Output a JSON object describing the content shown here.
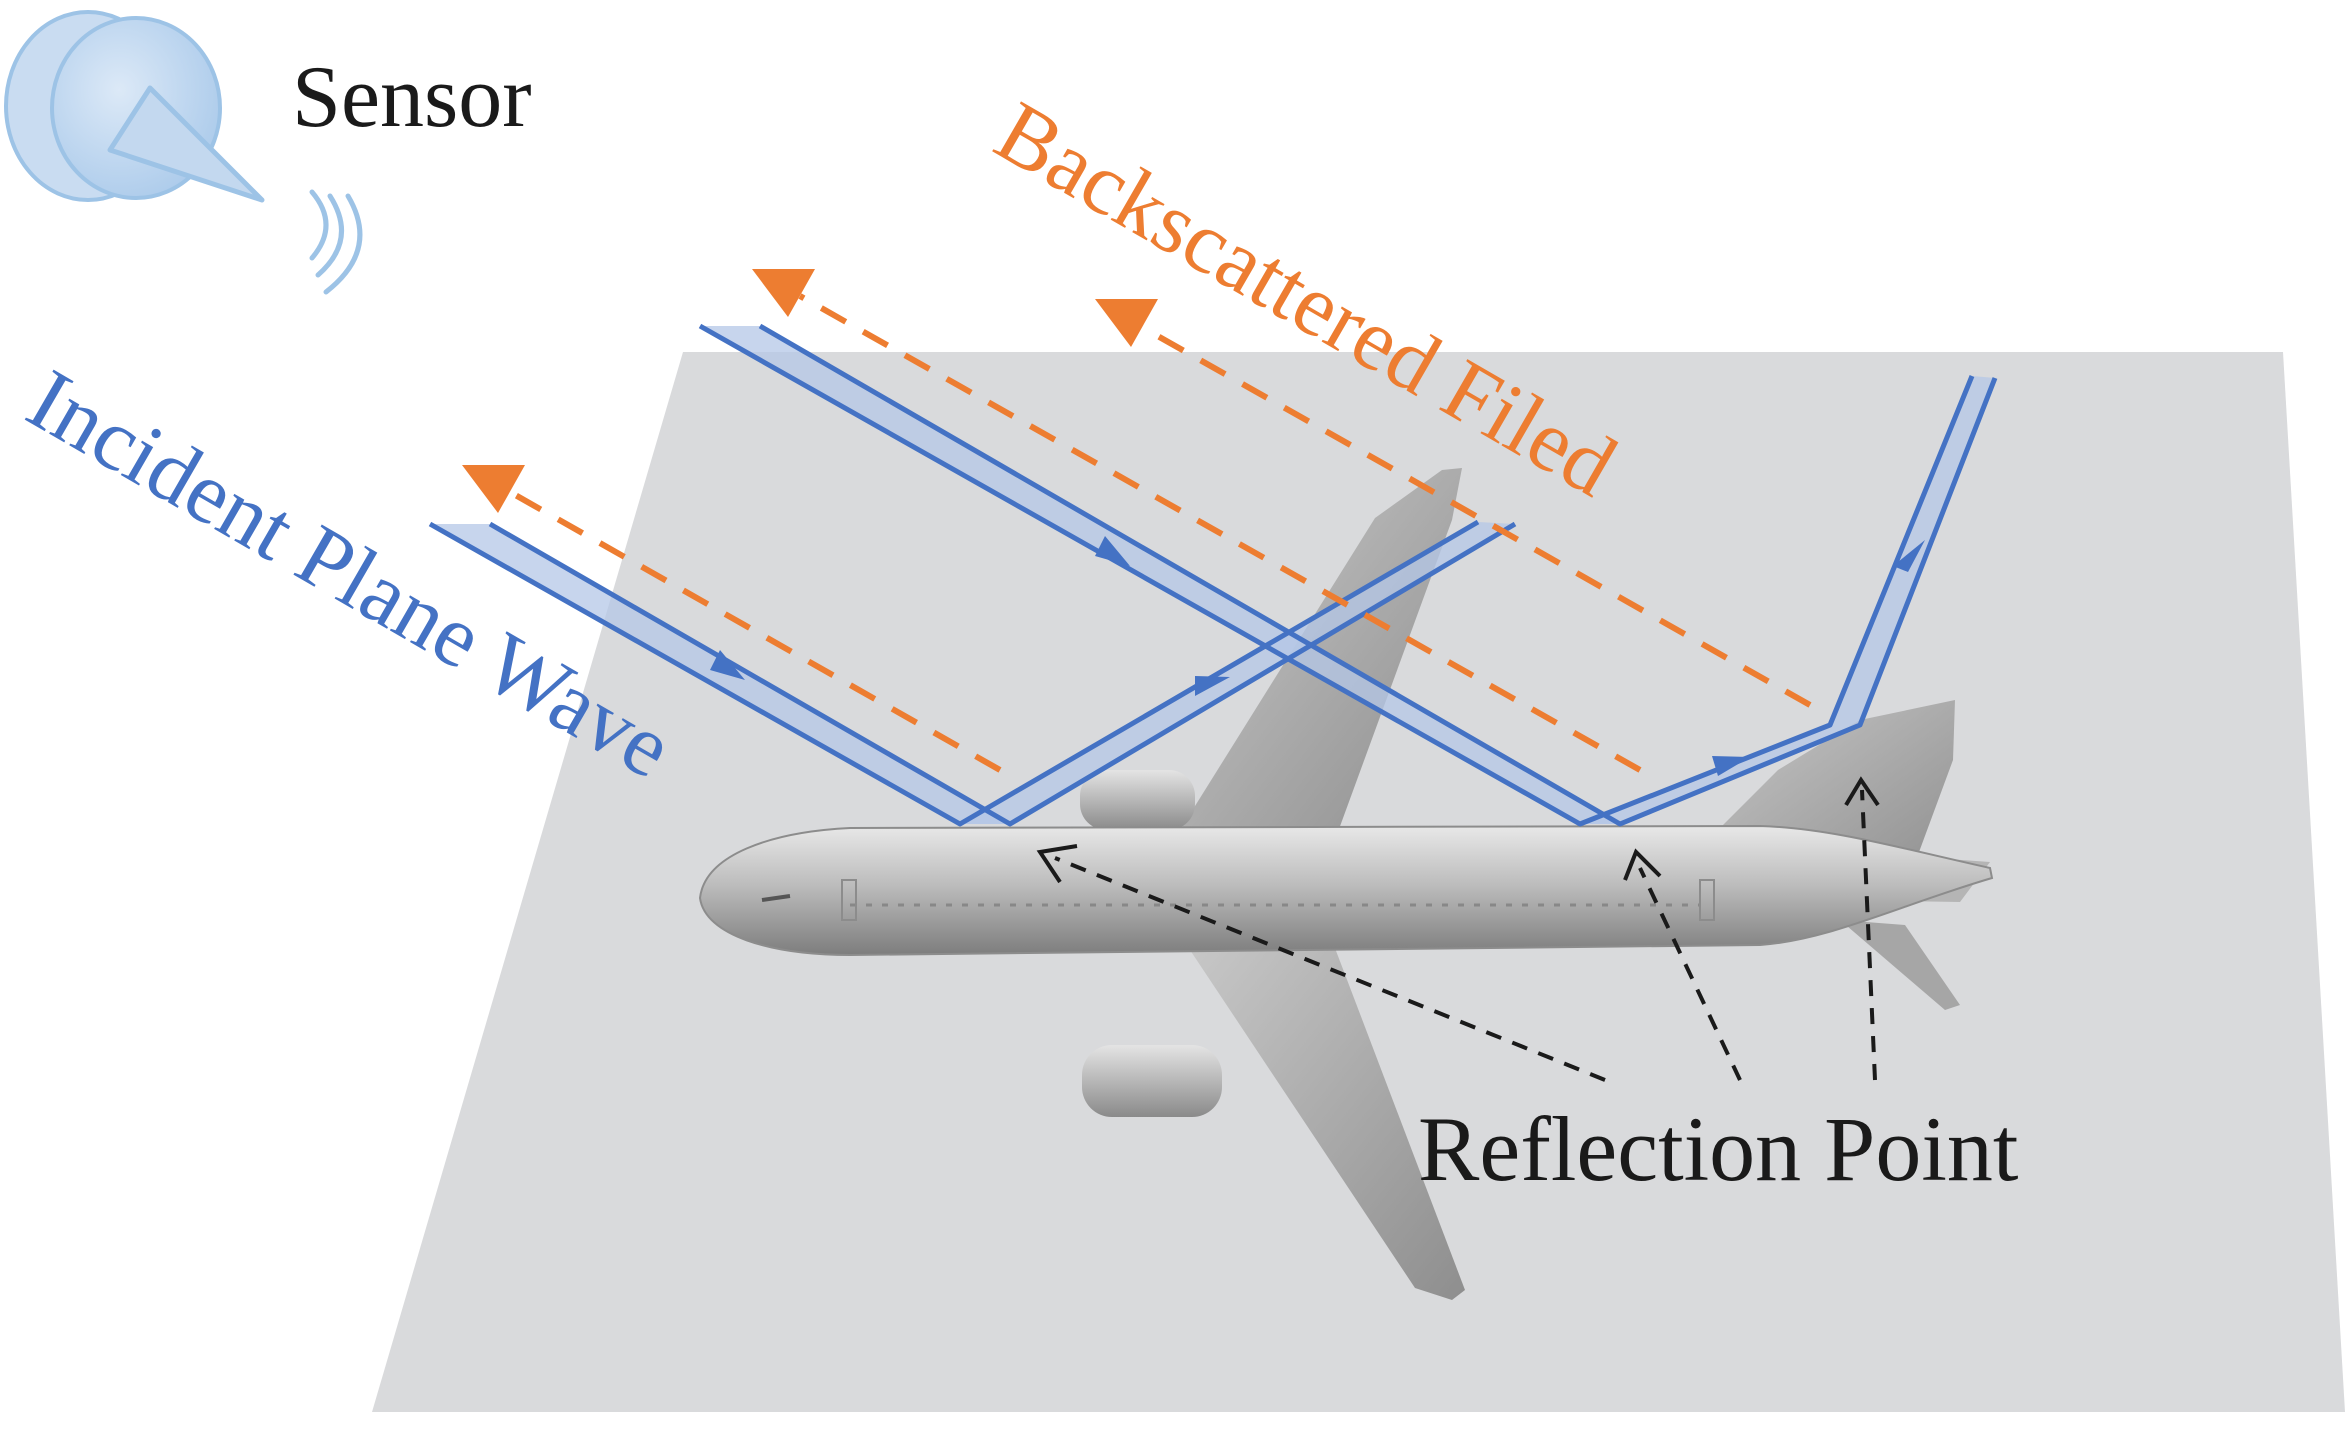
{
  "labels": {
    "sensor": "Sensor",
    "incident": "Incident Plane Wave",
    "backscattered": "Backscattered Filed",
    "reflection": "Reflection Point"
  },
  "colors": {
    "ground": "#d9dadc",
    "incident": "#4472c4",
    "incident_fill": "#b4c7e7",
    "backscatter": "#ed7d31",
    "pointer": "#1a1a1a",
    "sensor": "#9dc3e6",
    "aircraft": "#a9a9a9"
  },
  "icons": [
    "sensor-dish-icon",
    "signal-wave-icon",
    "aircraft-icon"
  ]
}
